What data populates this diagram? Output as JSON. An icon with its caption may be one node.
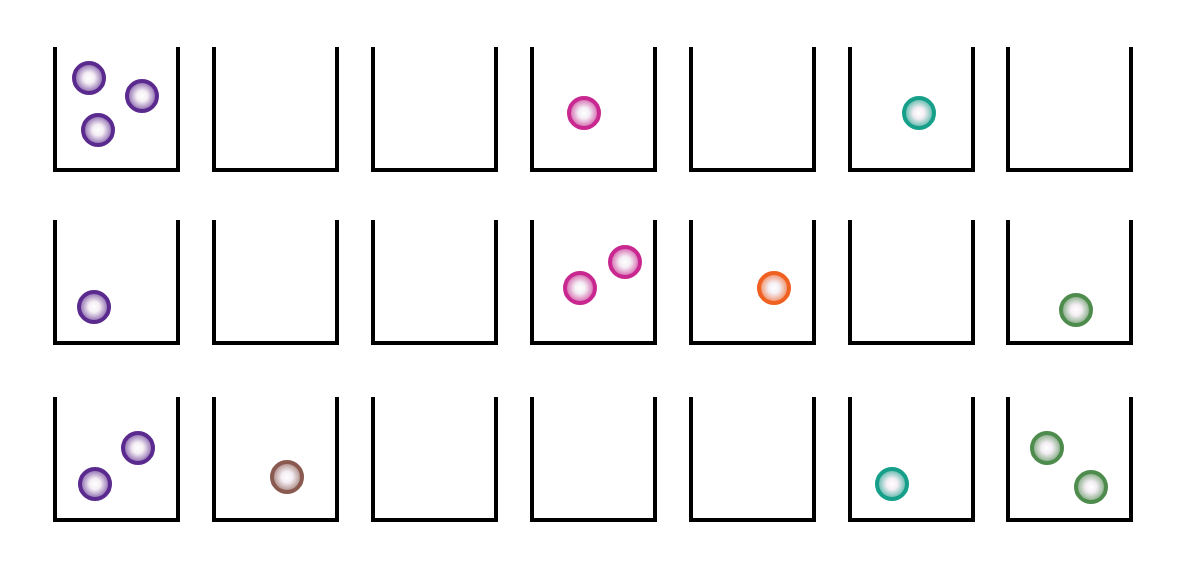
{
  "diagram": {
    "nodes": [
      {
        "text": [],
        "shape": "box"
      },
      {
        "text": [],
        "shape": "circle",
        "in": 0
      },
      {
        "text": [],
        "shape": "circle",
        "in": 0
      },
      {
        "text": [],
        "shape": "circle",
        "in": 0
      },
      {
        "text": [],
        "shape": "box"
      },
      {
        "text": [],
        "shape": "box"
      },
      {
        "text": [],
        "shape": "box"
      },
      {
        "text": [],
        "shape": "circle",
        "in": 6
      },
      {
        "text": [],
        "shape": "box"
      },
      {
        "text": [],
        "shape": "box"
      },
      {
        "text": [],
        "shape": "circle",
        "in": 9
      },
      {
        "text": [],
        "shape": "box"
      },
      {
        "text": [],
        "shape": "box"
      },
      {
        "text": [],
        "shape": "circle",
        "in": 12
      },
      {
        "text": [],
        "shape": "box"
      },
      {
        "text": [],
        "shape": "box"
      },
      {
        "text": [],
        "shape": "box"
      },
      {
        "text": [],
        "shape": "circle",
        "in": 16
      },
      {
        "text": [],
        "shape": "circle",
        "in": 16
      },
      {
        "text": [],
        "shape": "box"
      },
      {
        "text": [],
        "shape": "circle",
        "in": 19
      },
      {
        "text": [],
        "shape": "box"
      },
      {
        "text": [],
        "shape": "box"
      },
      {
        "text": [],
        "shape": "circle",
        "in": 22
      },
      {
        "text": [],
        "shape": "box"
      },
      {
        "text": [],
        "shape": "circle",
        "in": 24
      },
      {
        "text": [],
        "shape": "circle",
        "in": 24
      },
      {
        "text": [],
        "shape": "box"
      },
      {
        "text": [],
        "shape": "circle",
        "in": 27
      },
      {
        "text": [],
        "shape": "box"
      },
      {
        "text": [],
        "shape": "box"
      },
      {
        "text": [],
        "shape": "box"
      },
      {
        "text": [],
        "shape": "box"
      },
      {
        "text": [],
        "shape": "circle",
        "in": 32
      },
      {
        "text": [],
        "shape": "box"
      },
      {
        "text": [],
        "shape": "circle",
        "in": 34
      },
      {
        "text": [],
        "shape": "circle",
        "in": 34
      }
    ]
  }
}
